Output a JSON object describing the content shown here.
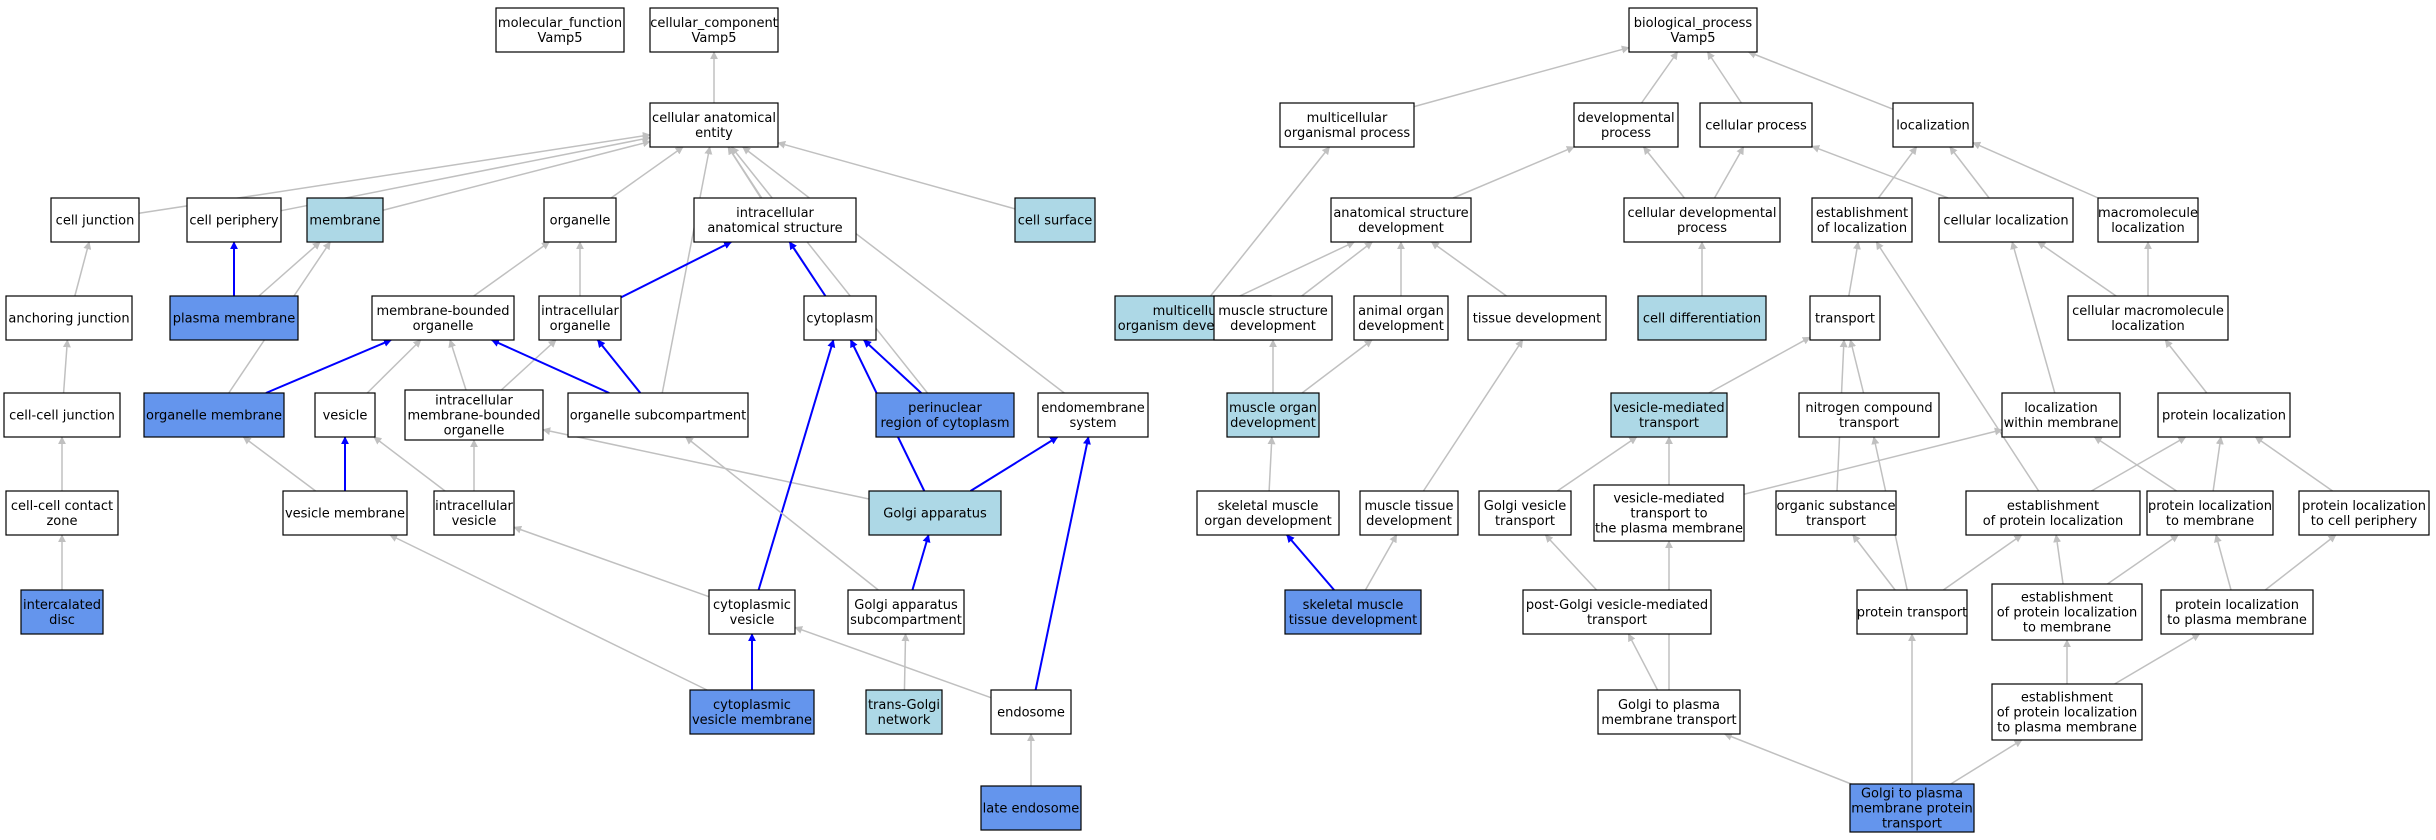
{
  "colors": {
    "white": "#ffffff",
    "light": "#add8e6",
    "blue": "#6495ed",
    "edge_gray": "#c0c0c0",
    "edge_blue": "#0000ff",
    "border": "#000000"
  },
  "nodes": [
    {
      "id": "mf",
      "lines": [
        "molecular_function",
        "Vamp5"
      ],
      "fill": "white"
    },
    {
      "id": "cc",
      "lines": [
        "cellular_component",
        "Vamp5"
      ],
      "fill": "white"
    },
    {
      "id": "bp",
      "lines": [
        "biological_process",
        "Vamp5"
      ],
      "fill": "white"
    },
    {
      "id": "cae",
      "lines": [
        "cellular anatomical",
        "entity"
      ],
      "fill": "white"
    },
    {
      "id": "cj",
      "lines": [
        "cell junction"
      ],
      "fill": "white"
    },
    {
      "id": "cper",
      "lines": [
        "cell periphery"
      ],
      "fill": "white"
    },
    {
      "id": "mem",
      "lines": [
        "membrane"
      ],
      "fill": "light"
    },
    {
      "id": "org",
      "lines": [
        "organelle"
      ],
      "fill": "white"
    },
    {
      "id": "ias",
      "lines": [
        "intracellular",
        "anatomical structure"
      ],
      "fill": "white"
    },
    {
      "id": "csurf",
      "lines": [
        "cell surface"
      ],
      "fill": "light"
    },
    {
      "id": "aj",
      "lines": [
        "anchoring junction"
      ],
      "fill": "white"
    },
    {
      "id": "pm",
      "lines": [
        "plasma membrane"
      ],
      "fill": "blue"
    },
    {
      "id": "mbo",
      "lines": [
        "membrane-bounded",
        "organelle"
      ],
      "fill": "white"
    },
    {
      "id": "io",
      "lines": [
        "intracellular",
        "organelle"
      ],
      "fill": "white"
    },
    {
      "id": "cyto",
      "lines": [
        "cytoplasm"
      ],
      "fill": "white"
    },
    {
      "id": "ccj",
      "lines": [
        "cell-cell junction"
      ],
      "fill": "white"
    },
    {
      "id": "om",
      "lines": [
        "organelle membrane"
      ],
      "fill": "blue"
    },
    {
      "id": "ves",
      "lines": [
        "vesicle"
      ],
      "fill": "white"
    },
    {
      "id": "imbo",
      "lines": [
        "intracellular",
        "membrane-bounded",
        "organelle"
      ],
      "fill": "white"
    },
    {
      "id": "osub",
      "lines": [
        "organelle subcompartment"
      ],
      "fill": "white"
    },
    {
      "id": "prc",
      "lines": [
        "perinuclear",
        "region of cytoplasm"
      ],
      "fill": "blue"
    },
    {
      "id": "endo",
      "lines": [
        "endomembrane",
        "system"
      ],
      "fill": "white"
    },
    {
      "id": "cccz",
      "lines": [
        "cell-cell contact",
        "zone"
      ],
      "fill": "white"
    },
    {
      "id": "vm",
      "lines": [
        "vesicle membrane"
      ],
      "fill": "white"
    },
    {
      "id": "iv",
      "lines": [
        "intracellular",
        "vesicle"
      ],
      "fill": "white"
    },
    {
      "id": "ga",
      "lines": [
        "Golgi apparatus"
      ],
      "fill": "light"
    },
    {
      "id": "id",
      "lines": [
        "intercalated",
        "disc"
      ],
      "fill": "blue"
    },
    {
      "id": "cv",
      "lines": [
        "cytoplasmic",
        "vesicle"
      ],
      "fill": "white"
    },
    {
      "id": "gas",
      "lines": [
        "Golgi apparatus",
        "subcompartment"
      ],
      "fill": "white"
    },
    {
      "id": "cvm",
      "lines": [
        "cytoplasmic",
        "vesicle membrane"
      ],
      "fill": "blue"
    },
    {
      "id": "tgn",
      "lines": [
        "trans-Golgi",
        "network"
      ],
      "fill": "light"
    },
    {
      "id": "endosome",
      "lines": [
        "endosome"
      ],
      "fill": "white"
    },
    {
      "id": "le",
      "lines": [
        "late endosome"
      ],
      "fill": "blue"
    },
    {
      "id": "mop",
      "lines": [
        "multicellular",
        "organismal process"
      ],
      "fill": "white"
    },
    {
      "id": "dp",
      "lines": [
        "developmental",
        "process"
      ],
      "fill": "white"
    },
    {
      "id": "cp",
      "lines": [
        "cellular process"
      ],
      "fill": "white"
    },
    {
      "id": "loc",
      "lines": [
        "localization"
      ],
      "fill": "white"
    },
    {
      "id": "asd",
      "lines": [
        "anatomical structure",
        "development"
      ],
      "fill": "white"
    },
    {
      "id": "cdp",
      "lines": [
        "cellular developmental",
        "process"
      ],
      "fill": "white"
    },
    {
      "id": "eol",
      "lines": [
        "establishment",
        "of localization"
      ],
      "fill": "white"
    },
    {
      "id": "cl",
      "lines": [
        "cellular localization"
      ],
      "fill": "white"
    },
    {
      "id": "mml",
      "lines": [
        "macromolecule",
        "localization"
      ],
      "fill": "white"
    },
    {
      "id": "mod",
      "lines": [
        "multicellular",
        "organism development"
      ],
      "fill": "light"
    },
    {
      "id": "msd",
      "lines": [
        "muscle structure",
        "development"
      ],
      "fill": "white"
    },
    {
      "id": "aod",
      "lines": [
        "animal organ",
        "development"
      ],
      "fill": "white"
    },
    {
      "id": "td",
      "lines": [
        "tissue development"
      ],
      "fill": "white"
    },
    {
      "id": "cdiff",
      "lines": [
        "cell differentiation"
      ],
      "fill": "light"
    },
    {
      "id": "tr",
      "lines": [
        "transport"
      ],
      "fill": "white"
    },
    {
      "id": "cml",
      "lines": [
        "cellular macromolecule",
        "localization"
      ],
      "fill": "white"
    },
    {
      "id": "mood",
      "lines": [
        "muscle organ",
        "development"
      ],
      "fill": "light"
    },
    {
      "id": "vmt",
      "lines": [
        "vesicle-mediated",
        "transport"
      ],
      "fill": "light"
    },
    {
      "id": "nct",
      "lines": [
        "nitrogen compound",
        "transport"
      ],
      "fill": "white"
    },
    {
      "id": "lwm",
      "lines": [
        "localization",
        "within membrane"
      ],
      "fill": "white"
    },
    {
      "id": "pl",
      "lines": [
        "protein localization"
      ],
      "fill": "white"
    },
    {
      "id": "smod",
      "lines": [
        "skeletal muscle",
        "organ development"
      ],
      "fill": "white"
    },
    {
      "id": "mtd",
      "lines": [
        "muscle tissue",
        "development"
      ],
      "fill": "white"
    },
    {
      "id": "gvt",
      "lines": [
        "Golgi vesicle",
        "transport"
      ],
      "fill": "white"
    },
    {
      "id": "vmtpm",
      "lines": [
        "vesicle-mediated",
        "transport to",
        "the plasma membrane"
      ],
      "fill": "white"
    },
    {
      "id": "ost",
      "lines": [
        "organic substance",
        "transport"
      ],
      "fill": "white"
    },
    {
      "id": "epl",
      "lines": [
        "establishment",
        "of protein localization"
      ],
      "fill": "white"
    },
    {
      "id": "pltm",
      "lines": [
        "protein localization",
        "to membrane"
      ],
      "fill": "white"
    },
    {
      "id": "pltcp",
      "lines": [
        "protein localization",
        "to cell periphery"
      ],
      "fill": "white"
    },
    {
      "id": "smtd",
      "lines": [
        "skeletal muscle",
        "tissue development"
      ],
      "fill": "blue"
    },
    {
      "id": "pgvmt",
      "lines": [
        "post-Golgi vesicle-mediated",
        "transport"
      ],
      "fill": "white"
    },
    {
      "id": "pt",
      "lines": [
        "protein transport"
      ],
      "fill": "white"
    },
    {
      "id": "epltm",
      "lines": [
        "establishment",
        "of protein localization",
        "to membrane"
      ],
      "fill": "white"
    },
    {
      "id": "pltpm",
      "lines": [
        "protein localization",
        "to plasma membrane"
      ],
      "fill": "white"
    },
    {
      "id": "gtpmt",
      "lines": [
        "Golgi to plasma",
        "membrane transport"
      ],
      "fill": "white"
    },
    {
      "id": "epltpm",
      "lines": [
        "establishment",
        "of protein localization",
        "to plasma membrane"
      ],
      "fill": "white"
    },
    {
      "id": "gtpmpt",
      "lines": [
        "Golgi to plasma",
        "membrane protein",
        "transport"
      ],
      "fill": "blue"
    }
  ],
  "edges": [
    {
      "from": "cae",
      "to": "cc",
      "c": "gray"
    },
    {
      "from": "cj",
      "to": "cae",
      "c": "gray"
    },
    {
      "from": "cper",
      "to": "cae",
      "c": "gray"
    },
    {
      "from": "mem",
      "to": "cae",
      "c": "gray"
    },
    {
      "from": "org",
      "to": "cae",
      "c": "gray"
    },
    {
      "from": "ias",
      "to": "cae",
      "c": "gray"
    },
    {
      "from": "csurf",
      "to": "cae",
      "c": "gray"
    },
    {
      "from": "osub",
      "to": "cae",
      "c": "gray"
    },
    {
      "from": "cyto",
      "to": "cae",
      "c": "gray"
    },
    {
      "from": "prc",
      "to": "cae",
      "c": "gray"
    },
    {
      "from": "endo",
      "to": "cae",
      "c": "gray"
    },
    {
      "from": "aj",
      "to": "cj",
      "c": "gray"
    },
    {
      "from": "ccj",
      "to": "aj",
      "c": "gray"
    },
    {
      "from": "cccz",
      "to": "ccj",
      "c": "gray"
    },
    {
      "from": "id",
      "to": "cccz",
      "c": "gray"
    },
    {
      "from": "pm",
      "to": "cper",
      "c": "blue"
    },
    {
      "from": "pm",
      "to": "mem",
      "c": "gray"
    },
    {
      "from": "om",
      "to": "mem",
      "c": "gray"
    },
    {
      "from": "om",
      "to": "mbo",
      "c": "blue"
    },
    {
      "from": "mbo",
      "to": "org",
      "c": "gray"
    },
    {
      "from": "io",
      "to": "org",
      "c": "gray"
    },
    {
      "from": "io",
      "to": "ias",
      "c": "blue"
    },
    {
      "from": "cyto",
      "to": "ias",
      "c": "blue"
    },
    {
      "from": "ves",
      "to": "mbo",
      "c": "gray"
    },
    {
      "from": "imbo",
      "to": "mbo",
      "c": "gray"
    },
    {
      "from": "imbo",
      "to": "io",
      "c": "gray"
    },
    {
      "from": "osub",
      "to": "mbo",
      "c": "blue"
    },
    {
      "from": "osub",
      "to": "io",
      "c": "blue"
    },
    {
      "from": "prc",
      "to": "cyto",
      "c": "blue"
    },
    {
      "from": "vm",
      "to": "om",
      "c": "gray"
    },
    {
      "from": "vm",
      "to": "ves",
      "c": "blue"
    },
    {
      "from": "iv",
      "to": "ves",
      "c": "gray"
    },
    {
      "from": "iv",
      "to": "imbo",
      "c": "gray"
    },
    {
      "from": "ga",
      "to": "imbo",
      "c": "gray"
    },
    {
      "from": "ga",
      "to": "cyto",
      "c": "blue"
    },
    {
      "from": "ga",
      "to": "endo",
      "c": "blue"
    },
    {
      "from": "cv",
      "to": "iv",
      "c": "gray"
    },
    {
      "from": "cv",
      "to": "cyto",
      "c": "blue"
    },
    {
      "from": "gas",
      "to": "osub",
      "c": "gray"
    },
    {
      "from": "gas",
      "to": "ga",
      "c": "blue"
    },
    {
      "from": "cvm",
      "to": "vm",
      "c": "gray"
    },
    {
      "from": "cvm",
      "to": "cv",
      "c": "blue"
    },
    {
      "from": "tgn",
      "to": "gas",
      "c": "gray"
    },
    {
      "from": "endosome",
      "to": "cv",
      "c": "gray"
    },
    {
      "from": "endosome",
      "to": "endo",
      "c": "blue"
    },
    {
      "from": "le",
      "to": "endosome",
      "c": "gray"
    },
    {
      "from": "mop",
      "to": "bp",
      "c": "gray"
    },
    {
      "from": "dp",
      "to": "bp",
      "c": "gray"
    },
    {
      "from": "cp",
      "to": "bp",
      "c": "gray"
    },
    {
      "from": "loc",
      "to": "bp",
      "c": "gray"
    },
    {
      "from": "asd",
      "to": "dp",
      "c": "gray"
    },
    {
      "from": "cdp",
      "to": "dp",
      "c": "gray"
    },
    {
      "from": "cdp",
      "to": "cp",
      "c": "gray"
    },
    {
      "from": "eol",
      "to": "loc",
      "c": "gray"
    },
    {
      "from": "cl",
      "to": "loc",
      "c": "gray"
    },
    {
      "from": "cl",
      "to": "cp",
      "c": "gray"
    },
    {
      "from": "mml",
      "to": "loc",
      "c": "gray"
    },
    {
      "from": "mod",
      "to": "mop",
      "c": "gray"
    },
    {
      "from": "mod",
      "to": "asd",
      "c": "gray"
    },
    {
      "from": "msd",
      "to": "asd",
      "c": "gray"
    },
    {
      "from": "aod",
      "to": "asd",
      "c": "gray"
    },
    {
      "from": "td",
      "to": "asd",
      "c": "gray"
    },
    {
      "from": "cdiff",
      "to": "cdp",
      "c": "gray"
    },
    {
      "from": "tr",
      "to": "eol",
      "c": "gray"
    },
    {
      "from": "cml",
      "to": "cl",
      "c": "gray"
    },
    {
      "from": "cml",
      "to": "mml",
      "c": "gray"
    },
    {
      "from": "mood",
      "to": "msd",
      "c": "gray"
    },
    {
      "from": "mood",
      "to": "aod",
      "c": "gray"
    },
    {
      "from": "vmt",
      "to": "tr",
      "c": "gray"
    },
    {
      "from": "nct",
      "to": "tr",
      "c": "gray"
    },
    {
      "from": "lwm",
      "to": "cl",
      "c": "gray"
    },
    {
      "from": "pl",
      "to": "cml",
      "c": "gray"
    },
    {
      "from": "smod",
      "to": "mood",
      "c": "gray"
    },
    {
      "from": "mtd",
      "to": "td",
      "c": "gray"
    },
    {
      "from": "gvt",
      "to": "vmt",
      "c": "gray"
    },
    {
      "from": "vmtpm",
      "to": "vmt",
      "c": "gray"
    },
    {
      "from": "vmtpm",
      "to": "lwm",
      "c": "gray"
    },
    {
      "from": "ost",
      "to": "tr",
      "c": "gray"
    },
    {
      "from": "epl",
      "to": "eol",
      "c": "gray"
    },
    {
      "from": "epl",
      "to": "pl",
      "c": "gray"
    },
    {
      "from": "pltm",
      "to": "pl",
      "c": "gray"
    },
    {
      "from": "pltm",
      "to": "lwm",
      "c": "gray"
    },
    {
      "from": "pltcp",
      "to": "pl",
      "c": "gray"
    },
    {
      "from": "smtd",
      "to": "smod",
      "c": "blue"
    },
    {
      "from": "smtd",
      "to": "mtd",
      "c": "gray"
    },
    {
      "from": "pgvmt",
      "to": "gvt",
      "c": "gray"
    },
    {
      "from": "pt",
      "to": "nct",
      "c": "gray"
    },
    {
      "from": "pt",
      "to": "ost",
      "c": "gray"
    },
    {
      "from": "pt",
      "to": "epl",
      "c": "gray"
    },
    {
      "from": "epltm",
      "to": "epl",
      "c": "gray"
    },
    {
      "from": "epltm",
      "to": "pltm",
      "c": "gray"
    },
    {
      "from": "pltpm",
      "to": "pltm",
      "c": "gray"
    },
    {
      "from": "pltpm",
      "to": "pltcp",
      "c": "gray"
    },
    {
      "from": "gtpmt",
      "to": "pgvmt",
      "c": "gray"
    },
    {
      "from": "gtpmt",
      "to": "vmtpm",
      "c": "gray"
    },
    {
      "from": "epltpm",
      "to": "epltm",
      "c": "gray"
    },
    {
      "from": "epltpm",
      "to": "pltpm",
      "c": "gray"
    },
    {
      "from": "gtpmpt",
      "to": "gtpmt",
      "c": "gray"
    },
    {
      "from": "gtpmpt",
      "to": "pt",
      "c": "gray"
    },
    {
      "from": "gtpmpt",
      "to": "epltpm",
      "c": "gray"
    }
  ]
}
